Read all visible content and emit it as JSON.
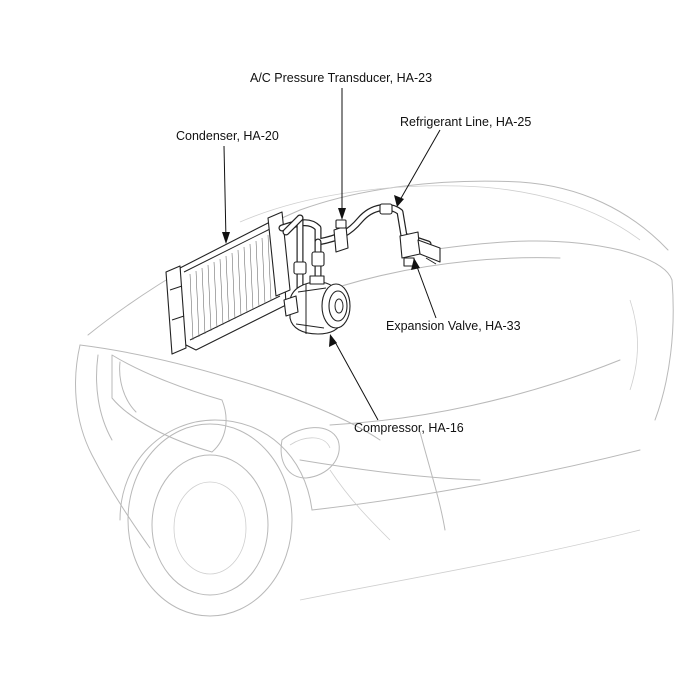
{
  "diagram": {
    "labels": {
      "pressure_transducer": "A/C Pressure Transducer, HA-23",
      "refrigerant_line": "Refrigerant Line, HA-25",
      "condenser": "Condenser, HA-20",
      "expansion_valve": "Expansion Valve, HA-33",
      "compressor": "Compressor, HA-16"
    },
    "colors": {
      "car_outline": "#b9b9b9",
      "component_outline": "#222222",
      "label_text": "#111111"
    }
  }
}
